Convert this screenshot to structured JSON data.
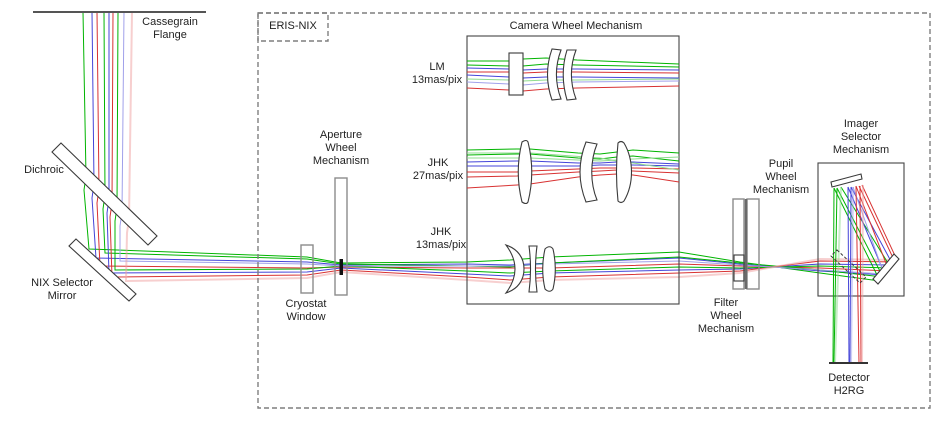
{
  "labels": {
    "cassegrain": [
      "Cassegrain",
      "Flange"
    ],
    "dichroic": "Dichroic",
    "nix_selector": [
      "NIX Selector",
      "Mirror"
    ],
    "eris_nix": "ERIS-NIX",
    "cryostat": [
      "Cryostat",
      "Window"
    ],
    "aperture": [
      "Aperture",
      "Wheel",
      "Mechanism"
    ],
    "camera": "Camera Wheel Mechanism",
    "lm": [
      "LM",
      "13mas/pix"
    ],
    "jhk27": [
      "JHK",
      "27mas/pix"
    ],
    "jhk13": [
      "JHK",
      "13mas/pix"
    ],
    "filter": [
      "Filter",
      "Wheel",
      "Mechanism"
    ],
    "pupil": [
      "Pupil",
      "Wheel",
      "Mechanism"
    ],
    "imager": [
      "Imager",
      "Selector",
      "Mechanism"
    ],
    "detector": [
      "Detector",
      "H2RG"
    ]
  },
  "colors": {
    "ray_green": "#00b400",
    "ray_green_light": "#8fdc8f",
    "ray_blue": "#4444d8",
    "ray_blue_light": "#a0a0ea",
    "ray_red": "#d83232",
    "ray_red_light": "#f0a0a0",
    "outline_dark": "#3a3a3a",
    "outline_gray": "#8c8c8c",
    "dashed_gray": "#7f7f7f",
    "text": "#1f1f1f"
  }
}
